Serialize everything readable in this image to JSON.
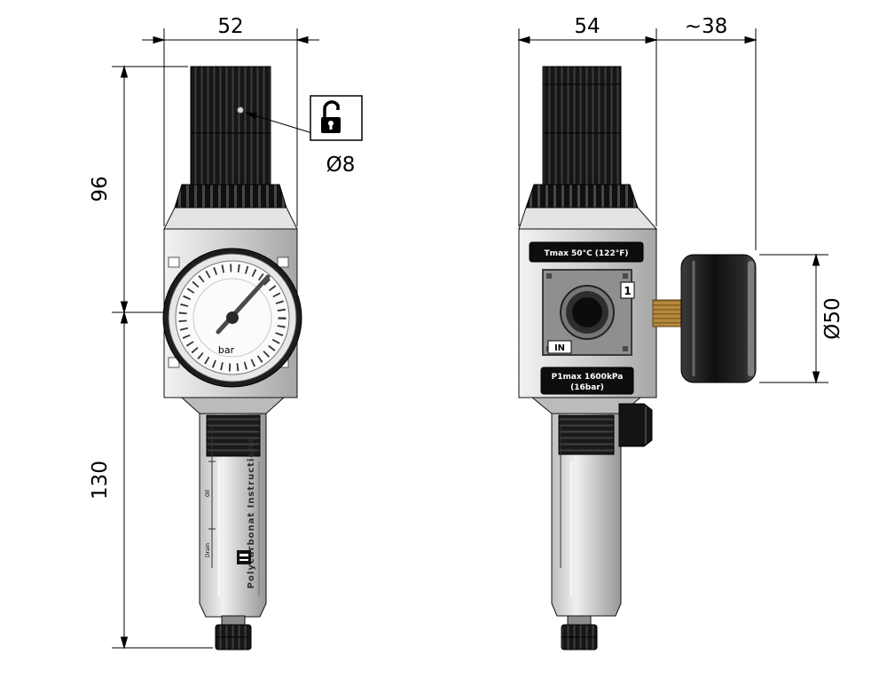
{
  "dimensions": {
    "front_width": "52",
    "front_upper_height": "96",
    "front_lower_height": "130",
    "lock_hole_diameter": "Ø8",
    "side_width": "54",
    "gauge_depth": "~38",
    "gauge_diameter": "Ø50"
  },
  "labels": {
    "gauge_unit": "bar",
    "tmax": "Tmax 50°C (122°F)",
    "p1max_line1": "P1max 1600kPa",
    "p1max_line2": "(16bar)",
    "port_marker": "1",
    "inlet_marker": "IN",
    "bowl_text": "Polycarbonat Instructions",
    "indicator_oil": "Oil",
    "indicator_drain": "Drain"
  },
  "colors": {
    "part_black": "#151515",
    "brass": "#b5893c",
    "line": "#000000"
  }
}
